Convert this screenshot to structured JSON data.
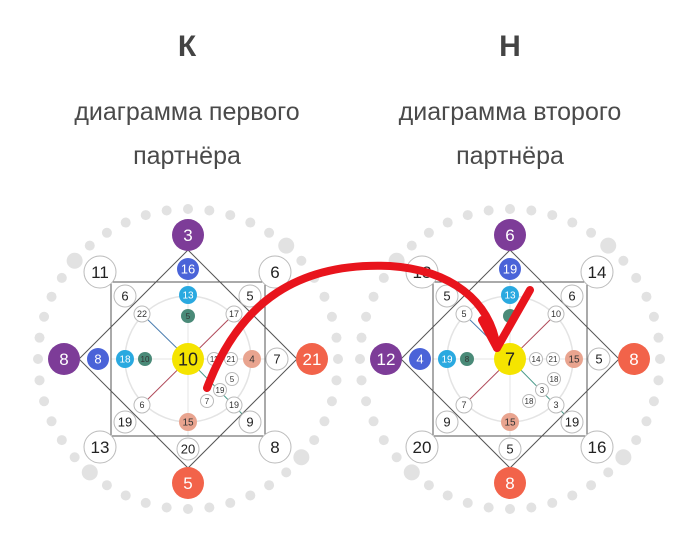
{
  "left": {
    "letter": "К",
    "subtitle1": "диаграмма первого",
    "subtitle2": "партнёра",
    "values": [
      "3",
      "8",
      "21",
      "5",
      "11",
      "6",
      "13",
      "8",
      "16",
      "8",
      "7",
      "20",
      "6",
      "5",
      "19",
      "9",
      "13",
      "18",
      "4",
      "15",
      "22",
      "17",
      "6",
      "19",
      "5",
      "10",
      "10",
      "11",
      "21",
      "5",
      "19",
      "7"
    ]
  },
  "right": {
    "letter": "Н",
    "subtitle1": "диаграмма второго",
    "subtitle2": "партнёра",
    "values": [
      "6",
      "12",
      "8",
      "8",
      "18",
      "14",
      "20",
      "16",
      "19",
      "4",
      "5",
      "5",
      "5",
      "6",
      "9",
      "19",
      "13",
      "19",
      "15",
      "15",
      "5",
      "10",
      "7",
      "3",
      "",
      "8",
      "7",
      "14",
      "21",
      "18",
      "3",
      "18"
    ]
  },
  "colors": {
    "purple": "#7d3c98",
    "red": "#f2634a",
    "blue": "#4a63d8",
    "lightblue": "#2aa9e0",
    "salmon": "#e9a48f",
    "teal": "#4a8a78",
    "yellow": "#f5e400",
    "arrow": "#e8141c"
  }
}
